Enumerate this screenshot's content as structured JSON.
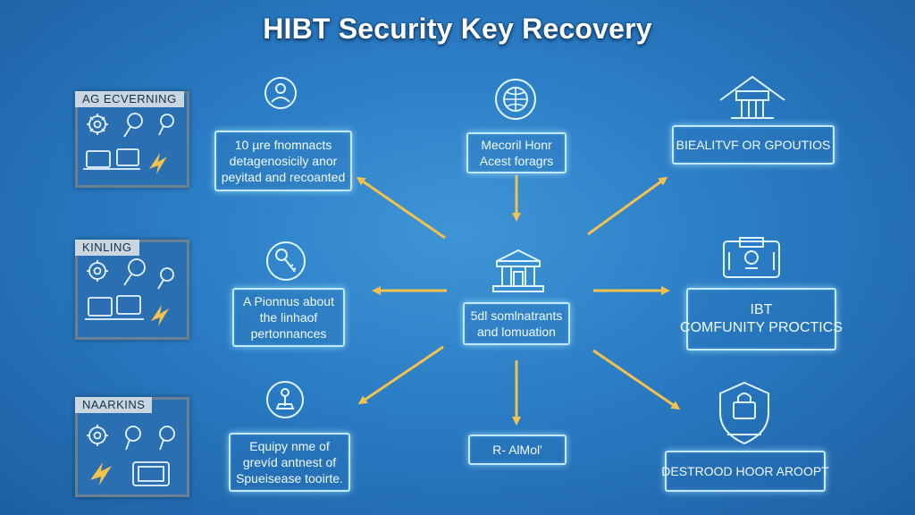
{
  "title": "HIBT Security Key Recovery",
  "colors": {
    "background": "#2a7cc4",
    "arrow": "#f2c14e",
    "node_border": "#bfeaff",
    "panel_border": "#6b8093"
  },
  "panels": [
    {
      "label": "AG ECVERNING",
      "icons": [
        "gear-icon",
        "key-icon",
        "key-icon",
        "laptop-icon",
        "lightning-icon"
      ]
    },
    {
      "label": "KINLING",
      "icons": [
        "gear-icon",
        "key-icon",
        "key-icon",
        "laptop-icon",
        "lightning-icon"
      ]
    },
    {
      "label": "NAARKINS",
      "icons": [
        "gear-icon",
        "key-icon",
        "key-icon",
        "lightning-icon",
        "monitor-icon"
      ]
    }
  ],
  "nodes": {
    "left_top": {
      "lines": [
        "10 µre fnomnacts",
        "detagenosicily anor",
        "peyitad and recoanted"
      ],
      "icon": "person-icon"
    },
    "left_mid": {
      "lines": [
        "A Pionnus about",
        "the linhaof",
        "pertonnances"
      ],
      "icon": "key-icon"
    },
    "left_bot": {
      "lines": [
        "Equipy nme of",
        "grevíd antnest of",
        "Spueisease tooirte."
      ],
      "icon": "joystick-icon"
    },
    "center_top": {
      "lines": [
        "Mecoril Honr",
        "Acest foragrs"
      ],
      "icon": "globe-icon"
    },
    "center": {
      "lines": [
        "5dl somlnatrants",
        "and lomuation"
      ],
      "icon": "bank-icon"
    },
    "center_bot": {
      "lines": [
        "R- AlMol'"
      ]
    },
    "right_top": {
      "lines": [
        "BIEALITVF OR GPOUTIOS"
      ],
      "icon": "gateway-icon"
    },
    "right_mid": {
      "lines": [
        "IBT",
        "COMFUNITY PROCTICS"
      ],
      "icon": "device-icon"
    },
    "right_bot": {
      "lines": [
        "DESTROOD HOOR AROOPT"
      ],
      "icon": "shield-icon"
    }
  }
}
